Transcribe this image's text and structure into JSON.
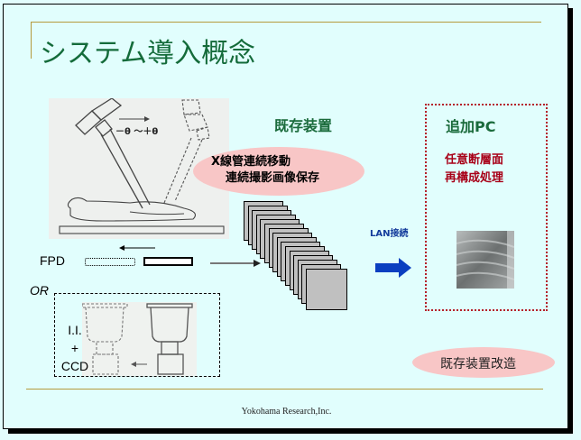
{
  "slide": {
    "title": "システム導入概念",
    "footer": "Yokohama Research,Inc."
  },
  "diagram": {
    "xray_illustration": {
      "angle_label": "－θ ～＋θ"
    },
    "existing_device": {
      "label": "既存装置",
      "description_line1": "X線管連続移動",
      "description_line2": "連続撮影画像保存"
    },
    "detectors": {
      "fpd_label": "FPD",
      "or_label": "OR",
      "ii_line1": "I.I.",
      "ii_line2": "+",
      "ii_line3": "CCD"
    },
    "connection": {
      "label": "LAN接続"
    },
    "added_pc": {
      "title": "追加PC",
      "process_line1": "任意断層面",
      "process_line2": "再構成処理"
    },
    "modification_note": "既存装置改造"
  },
  "colors": {
    "background": "#e1fefd",
    "title_green": "#146b3a",
    "accent_gold": "#b59a3c",
    "pink_bubble": "#f8c6c6",
    "red_text": "#a80018",
    "blue_arrow": "#0b3fc0",
    "stack_gray": "#c0c0c0"
  }
}
